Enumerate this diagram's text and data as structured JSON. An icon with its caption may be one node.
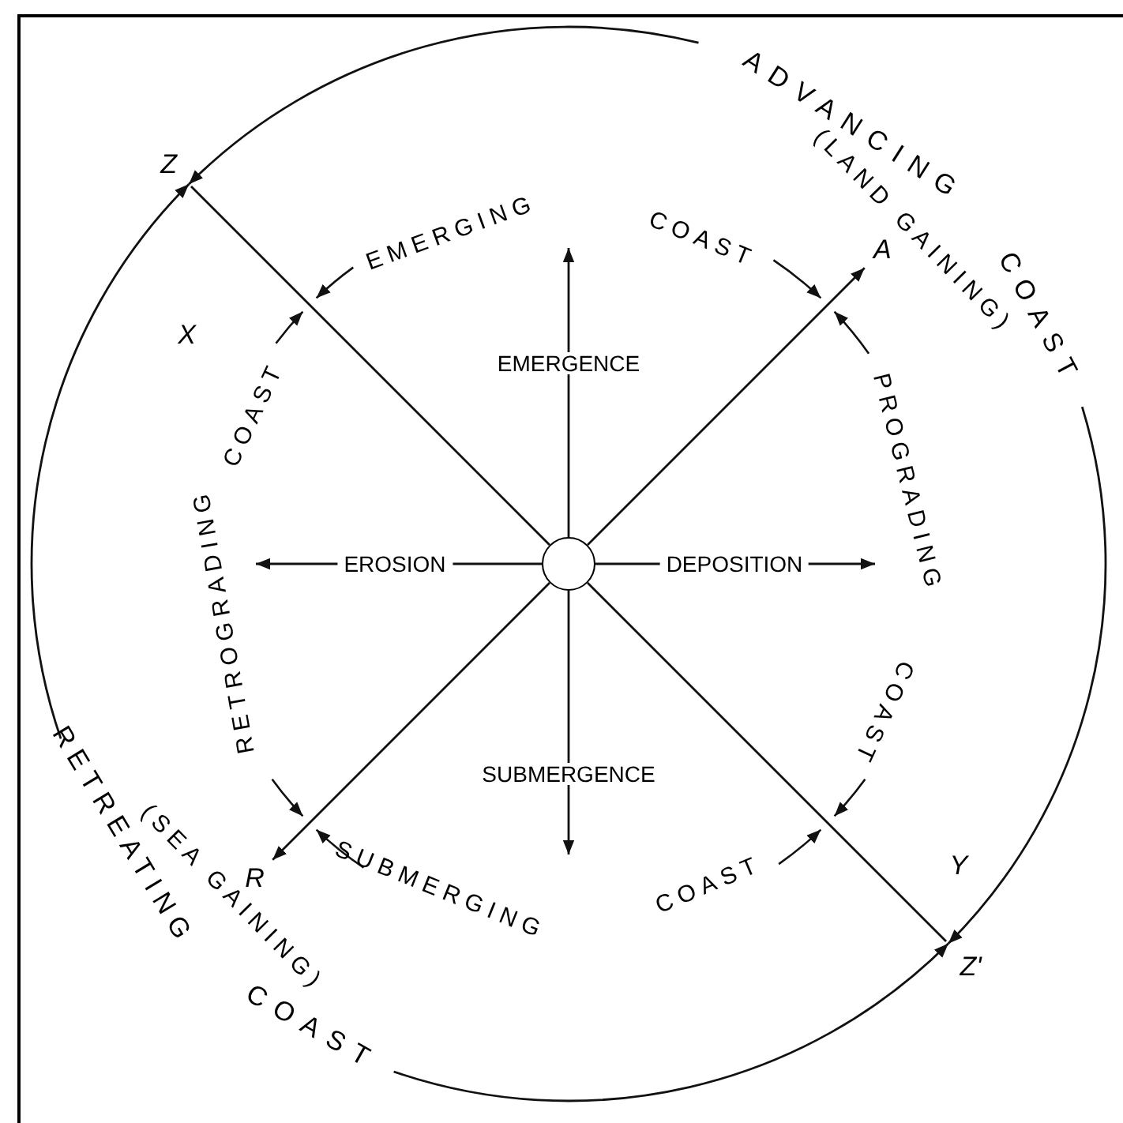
{
  "diagram": {
    "nodes": [
      {
        "text": [],
        "shape": "circle"
      },
      {
        "text": [
          "Z"
        ]
      },
      {
        "text": [
          "A"
        ]
      },
      {
        "text": [
          "R"
        ]
      },
      {
        "text": [
          "Z'"
        ]
      },
      {
        "text": [
          "ADVANCING",
          "COAST",
          "(LAND GAINING)"
        ]
      },
      {
        "text": [
          "RETREATING",
          "COAST",
          "(SEA GAINING)"
        ]
      },
      {
        "text": [
          "PROGRADING"
        ]
      },
      {
        "text": [
          "RETROGRADING"
        ]
      }
    ],
    "edges": [
      {
        "from": 0,
        "to": 1,
        "arrow": "none"
      },
      {
        "from": 0,
        "to": 2,
        "arrow": "to"
      },
      {
        "from": 0,
        "to": 3,
        "arrow": "to"
      },
      {
        "from": 0,
        "to": 4,
        "arrow": "none"
      },
      {
        "from": 0,
        "to": null,
        "arrow": "to",
        "label": "EMERGENCE"
      },
      {
        "from": 0,
        "to": null,
        "arrow": "to",
        "label": "SUBMERGENCE"
      },
      {
        "from": 0,
        "to": 8,
        "arrow": "to",
        "label": "EROSION"
      },
      {
        "from": 0,
        "to": 7,
        "arrow": "to",
        "label": "DEPOSITION"
      },
      {
        "from": 5,
        "to": 1,
        "arrow": "to"
      },
      {
        "from": 5,
        "to": 4,
        "arrow": "to"
      },
      {
        "from": 6,
        "to": 1,
        "arrow": "to"
      },
      {
        "from": 6,
        "to": 4,
        "arrow": "to"
      }
    ],
    "labels": [
      "EMERGING",
      "COAST",
      "X",
      "COAST",
      "COAST",
      "Y",
      "SUBMERGING",
      "COAST"
    ]
  }
}
